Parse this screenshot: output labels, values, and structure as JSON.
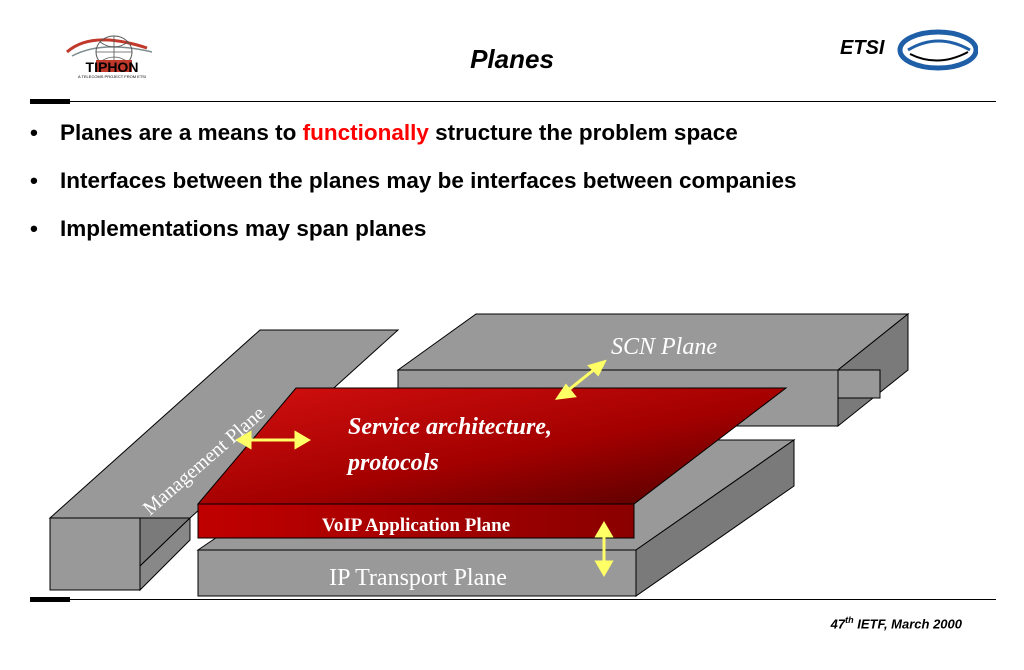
{
  "slide": {
    "title": "Planes",
    "bullets": [
      {
        "pre": "Planes are a means to ",
        "highlight": "functionally",
        "post": " structure the problem space"
      },
      {
        "pre": "Interfaces between the planes may be interfaces between companies",
        "highlight": "",
        "post": ""
      },
      {
        "pre": "Implementations may span planes",
        "highlight": "",
        "post": ""
      }
    ],
    "highlight_color": "#ff0000"
  },
  "logos": {
    "left_text": "TIPHON",
    "left_sub": "A TELECOMS PROJECT FROM ETSI",
    "right_text": "ETSI"
  },
  "diagram": {
    "scn_plane": "SCN Plane",
    "management_plane": "Management Plane",
    "service_text_1": "Service architecture,",
    "service_text_2": "protocols",
    "voip_plane": "VoIP Application Plane",
    "ip_plane": "IP Transport Plane",
    "colors": {
      "gray": "#999999",
      "red_dark": "#8b0000",
      "red": "#cc0000",
      "arrow": "#ffff66"
    }
  },
  "footer": {
    "prefix": "47",
    "sup": "th",
    "suffix": " IETF, March 2000"
  }
}
